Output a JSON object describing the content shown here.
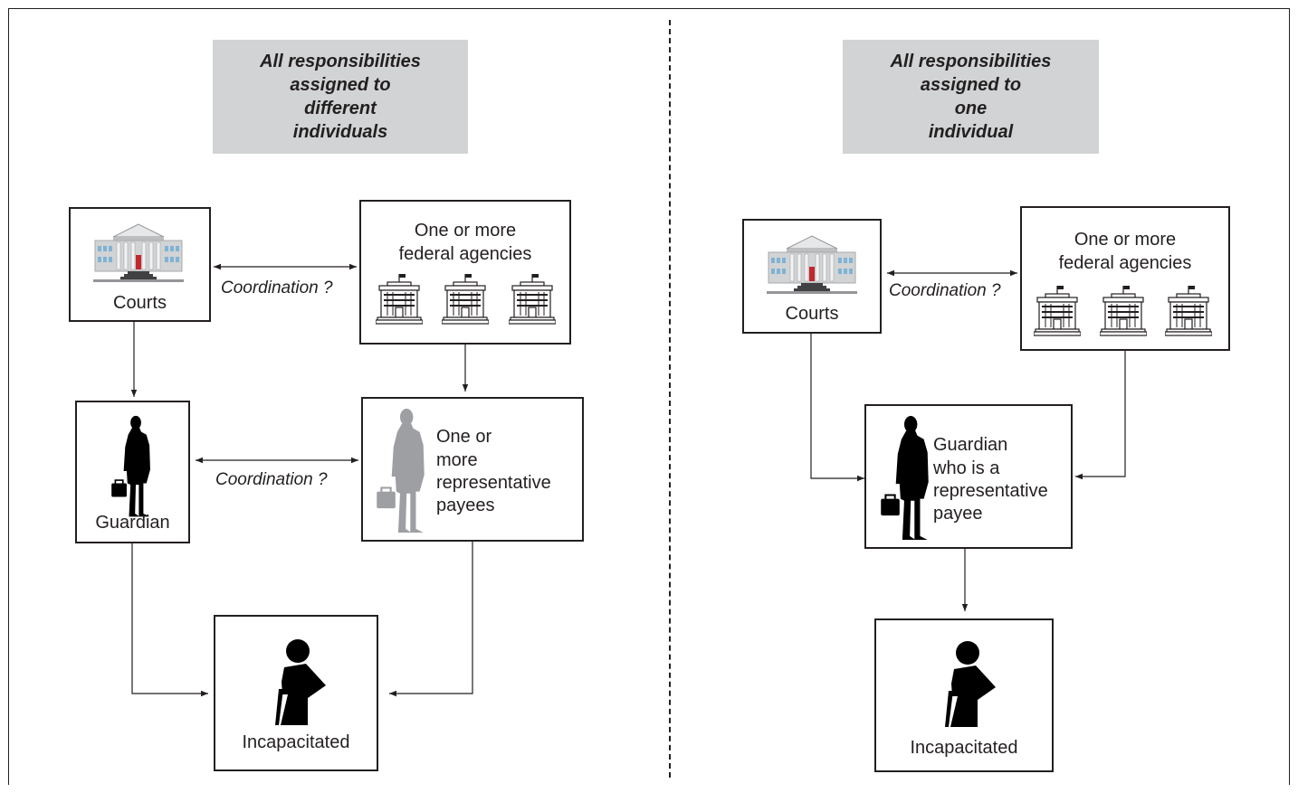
{
  "left_panel": {
    "banner": [
      "All responsibilities",
      "assigned to",
      "different",
      "individuals"
    ],
    "courts_label": "Courts",
    "agencies_label": [
      "One or more",
      "federal agencies"
    ],
    "coordination_top": "Coordination ?",
    "guardian_label": "Guardian",
    "payees_label": [
      "One or",
      "more",
      "representative",
      "payees"
    ],
    "coordination_bottom": "Coordination ?",
    "incapacitated_label": "Incapacitated"
  },
  "right_panel": {
    "banner": [
      "All responsibilities",
      "assigned to",
      "one",
      "individual"
    ],
    "courts_label": "Courts",
    "agencies_label": [
      "One or more",
      "federal agencies"
    ],
    "coordination": "Coordination ?",
    "guardian_label": [
      "Guardian",
      "who is a",
      "representative",
      "payee"
    ],
    "incapacitated_label": "Incapacitated"
  },
  "icons": [
    "courthouse-icon",
    "federal-building-icon",
    "businessman-silhouette-icon",
    "elderly-person-with-cane-icon"
  ],
  "colors": {
    "banner": "#d1d3d4",
    "ink": "#231f20",
    "payee_silhouette": "#9d9fa2"
  }
}
